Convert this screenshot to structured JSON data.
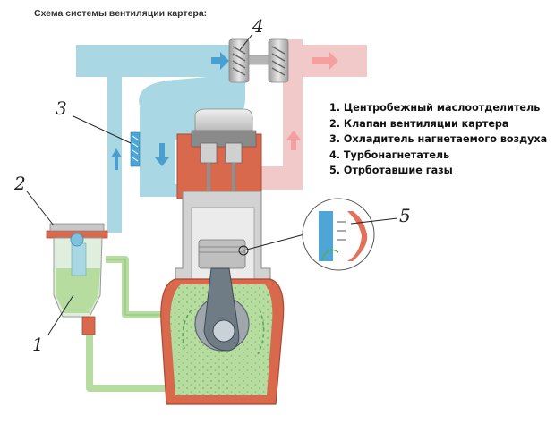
{
  "caption": "Схема системы вентиляции картера:",
  "legend": [
    "1. Центробежный маслоотделитель",
    "2. Клапан вентиляции картера",
    "3. Охладитель нагнетаемого воздуха",
    "4. Турбонагнетатель",
    "5. Отрботавшие газы"
  ],
  "callouts": {
    "separator": "1",
    "valve": "2",
    "cooler": "3",
    "turbo": "4",
    "exhaust": "5"
  },
  "colors": {
    "intake_air": "#a9d7e3",
    "exhaust_gas": "#f2c9c9",
    "blowby_gas": "#b6dca0",
    "engine_block": "#c8c8c8",
    "crankcase": "#d9694d",
    "cooler": "#4fa6d6"
  }
}
